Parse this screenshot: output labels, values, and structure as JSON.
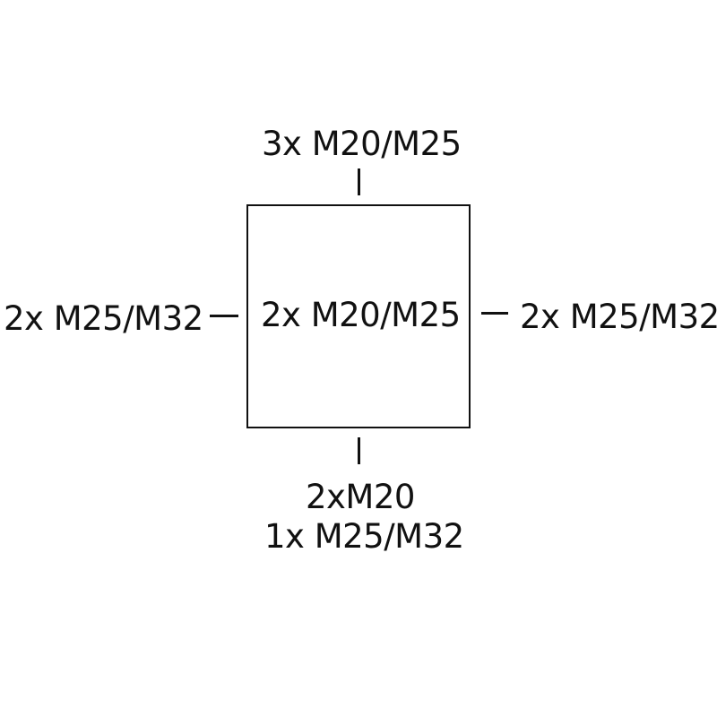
{
  "diagram": {
    "top_label": "3x M20/M25",
    "center_label": "2x M20/M25",
    "left_label": "2x M25/M32",
    "right_label": "2x M25/M32",
    "bottom_label_line1": "2xM20",
    "bottom_label_line2": "1x M25/M32",
    "line_color": "#111111"
  }
}
